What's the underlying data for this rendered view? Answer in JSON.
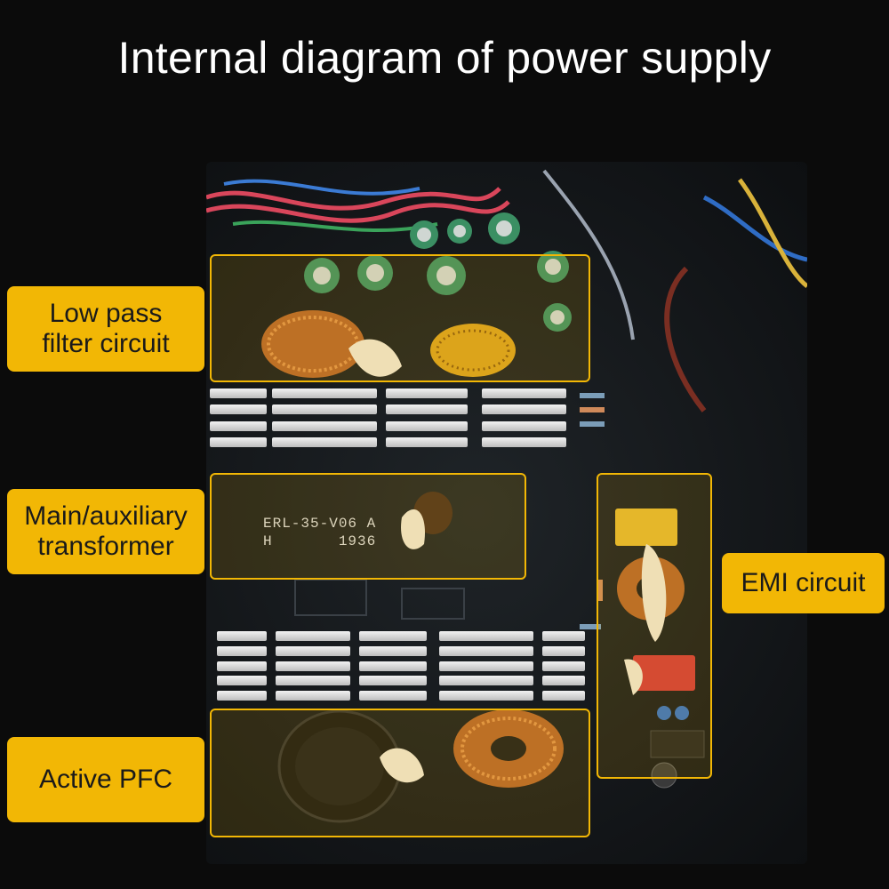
{
  "title": "Internal diagram of power supply",
  "labels": {
    "low_pass": "Low pass\nfilter circuit",
    "transformer": "Main/auxiliary\ntransformer",
    "active_pfc": "Active PFC",
    "emi": "EMI circuit"
  },
  "board_print": {
    "transformer_model": "ERL-35-V06 A",
    "transformer_code": "H       1936"
  },
  "colors": {
    "accent": "#f2b705",
    "background": "#0b0b0b",
    "title_text": "#ffffff"
  }
}
